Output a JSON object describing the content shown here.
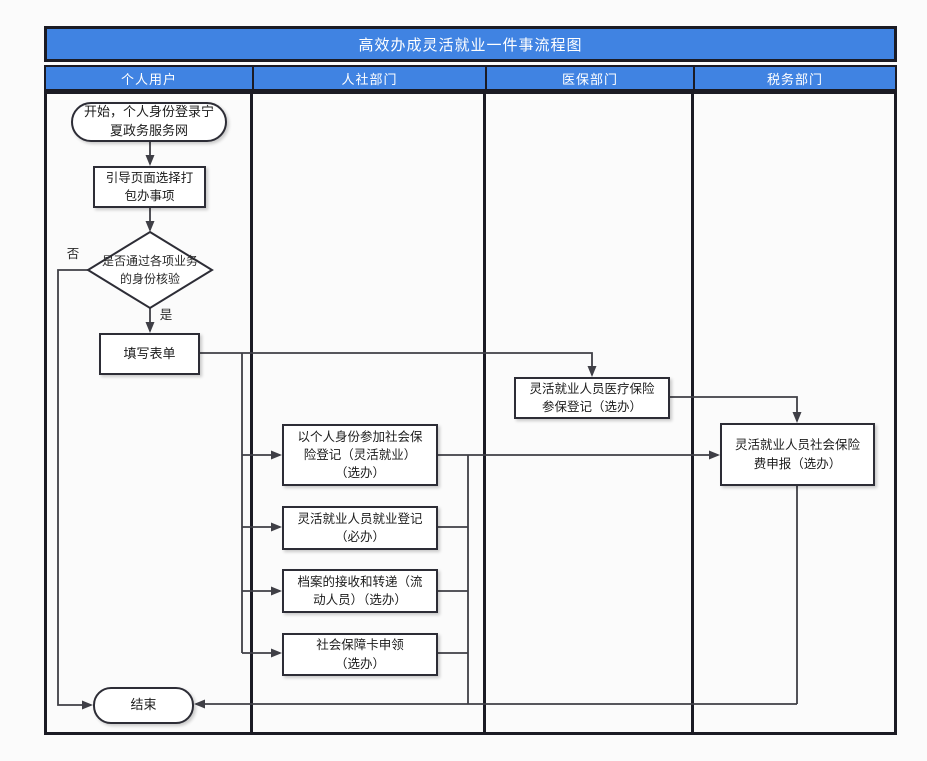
{
  "title": "高效办成灵活就业一件事流程图",
  "lanes": [
    {
      "label": "个人用户"
    },
    {
      "label": "人社部门"
    },
    {
      "label": "医保部门"
    },
    {
      "label": "税务部门"
    }
  ],
  "nodes": {
    "start": "开始，个人身份登录宁\n夏政务服务网",
    "guide": "引导页面选择打\n包办事项",
    "identity_check": "是否通过各项业务\n的身份核验",
    "fill_form": "填写表单",
    "medical_insurance": "灵活就业人员医疗保险\n参保登记（选办）",
    "social_insurance_reg": "以个人身份参加社会保\n险登记（灵活就业）\n（选办）",
    "employment_reg": "灵活就业人员就业登记\n（必办）",
    "archives_transfer": "档案的接收和转递（流\n动人员）（选办）",
    "social_card": "社会保障卡申领\n（选办）",
    "tax_declare": "灵活就业人员社会保险\n费申报（选办）",
    "end": "结束"
  },
  "edge_labels": {
    "no": "否",
    "yes": "是"
  },
  "colors": {
    "header_bg": "#4083e2",
    "header_text": "#ffffff",
    "frame_border": "#1b1b24",
    "connector": "#3f3f46",
    "node_border": "#2d2d36",
    "node_bg": "#ffffff",
    "page_bg": "#fbfbfb"
  }
}
